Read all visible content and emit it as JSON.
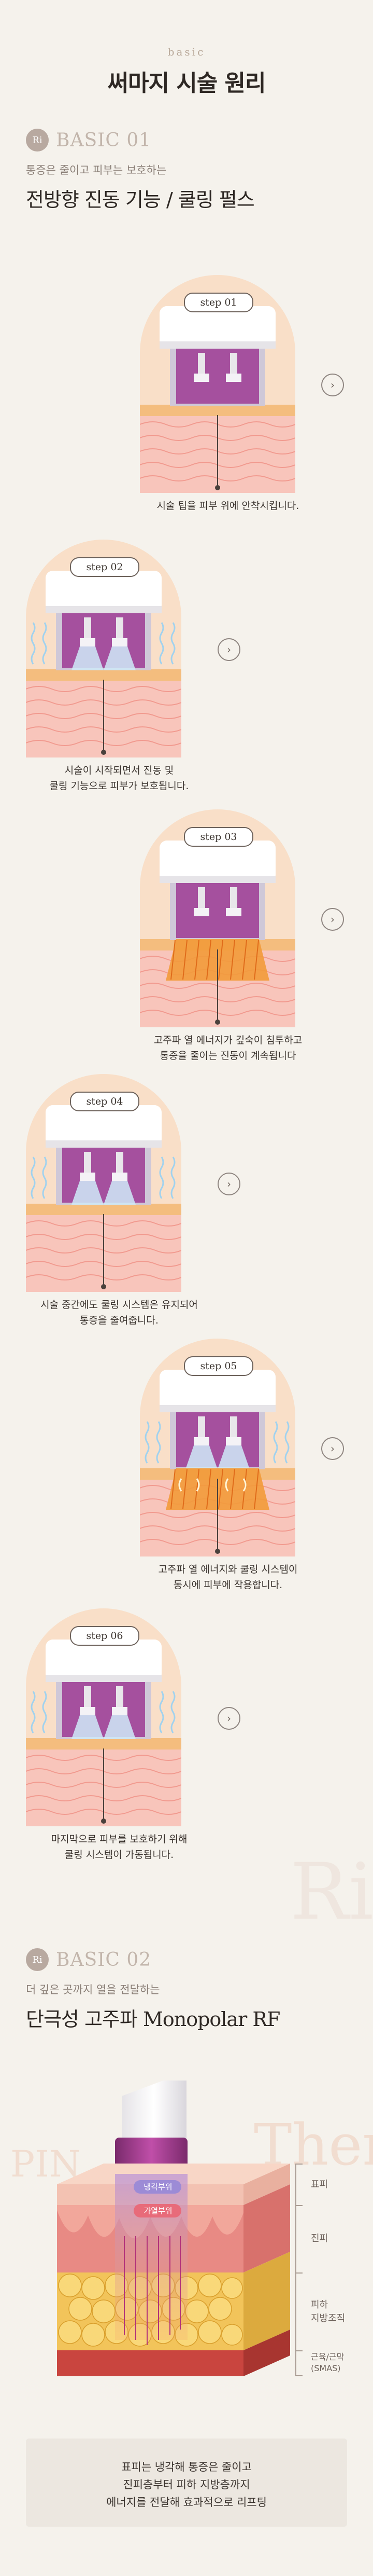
{
  "header": {
    "basic_word": "basic",
    "title": "써마지 시술 원리"
  },
  "section1": {
    "badge": "Ri",
    "label": "BASIC 01",
    "subtitle": "통증은 줄이고 피부는 보호하는",
    "title": "전방향 진동 기능 / 쿨링 펄스"
  },
  "steps": [
    {
      "label": "step 01",
      "caption_line1": "시술 팁을 피부 위에 안착시킵니다.",
      "caption_line2": ""
    },
    {
      "label": "step 02",
      "caption_line1": "시술이 시작되면서 진동 및",
      "caption_line2": "쿨링 기능으로 피부가 보호됩니다."
    },
    {
      "label": "step 03",
      "caption_line1": "고주파 열 에너지가 깊숙이 침투하고",
      "caption_line2": "통증을 줄이는 진동이 계속됩니다"
    },
    {
      "label": "step 04",
      "caption_line1": "시술 중간에도 쿨링 시스템은 유지되어",
      "caption_line2": "통증을 줄여줍니다."
    },
    {
      "label": "step 05",
      "caption_line1": "고주파 열 에너지와 쿨링 시스템이",
      "caption_line2": "동시에 피부에 작용합니다."
    },
    {
      "label": "step 06",
      "caption_line1": "마지막으로 피부를 보호하기 위해",
      "caption_line2": "쿨링 시스템이 가동됩니다."
    }
  ],
  "section2": {
    "badge": "Ri",
    "label": "BASIC 02",
    "subtitle": "더 깊은 곳까지 열을 전달하는",
    "title_ko": "단극성 고주파",
    "title_en": "Monopolar RF"
  },
  "diagram": {
    "tag_cool": "냉각부위",
    "tag_heat": "가열부위",
    "layer_epidermis": "표피",
    "layer_dermis": "진피",
    "layer_fat_1": "피하",
    "layer_fat_2": "지방조직",
    "layer_muscle_1": "근육/근막",
    "layer_muscle_2": "(SMAS)"
  },
  "watermarks": {
    "ri": "Ri",
    "ther": "Ther",
    "pin": "PIN"
  },
  "summary": {
    "line1": "표피는 냉각해 통증은 줄이고",
    "line2": "진피층부터 피하 지방층까지",
    "line3": "에너지를 전달해 효과적으로 리프팅"
  },
  "next_icon": "chevron-right-icon",
  "colors": {
    "arch_bg": "#f9dfc8",
    "device_purple": "#b0489a",
    "heat": "#f08a2a",
    "cool": "#a8d8f0",
    "skin": "#f4b7ad"
  }
}
